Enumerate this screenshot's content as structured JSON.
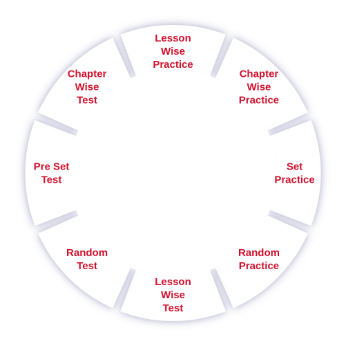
{
  "colors": {
    "label": "#d0102c",
    "segment_fill": "#ffffff",
    "segment_shadow": "#6f6fa6",
    "background": "#ffffff"
  },
  "segments": [
    {
      "id": "lesson-wise-practice",
      "lines": [
        "Lesson",
        "Wise",
        "Practice"
      ]
    },
    {
      "id": "chapter-wise-practice",
      "lines": [
        "Chapter",
        "Wise",
        "Practice"
      ]
    },
    {
      "id": "set-practice",
      "lines": [
        "Set",
        "Practice"
      ]
    },
    {
      "id": "random-practice",
      "lines": [
        "Random",
        "Practice"
      ]
    },
    {
      "id": "lesson-wise-test",
      "lines": [
        "Lesson",
        "Wise",
        "Test"
      ]
    },
    {
      "id": "random-test",
      "lines": [
        "Random",
        "Test"
      ]
    },
    {
      "id": "pre-set-test",
      "lines": [
        "Pre Set",
        "Test"
      ]
    },
    {
      "id": "chapter-wise-test",
      "lines": [
        "Chapter",
        "Wise",
        "Test"
      ]
    }
  ]
}
